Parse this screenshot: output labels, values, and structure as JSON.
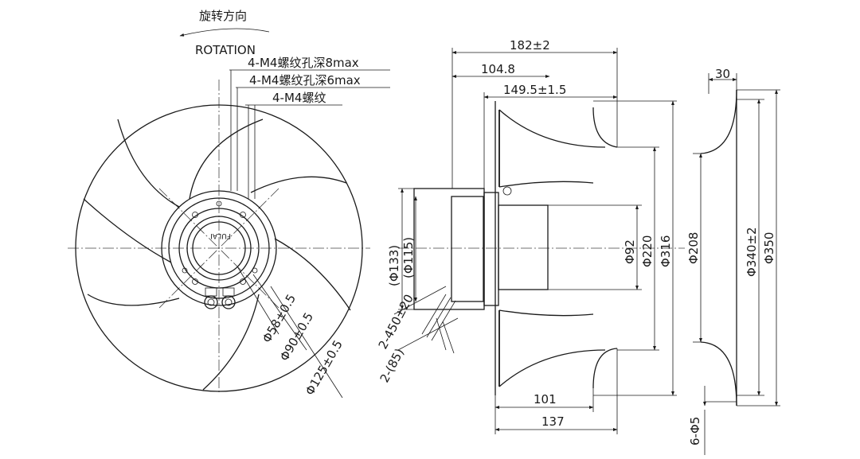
{
  "rotation": {
    "label_cn": "旋转方向",
    "label_en": "ROTATION"
  },
  "front_view": {
    "hole_notes": [
      "4-M4螺纹孔深8max",
      "4-M4螺纹孔深6max",
      "4-M4螺纹"
    ],
    "brand_mark": "FULAI",
    "diameters": [
      "Φ58±0.5",
      "Φ90±0.5",
      "Φ125±0.5"
    ],
    "cable_notes": [
      "2-450±20",
      "2-(85)"
    ]
  },
  "side_view": {
    "top_dims": [
      "182±2",
      "104.8",
      "149.5±1.5"
    ],
    "left_dims": [
      "(Φ133)",
      "(Φ115)"
    ],
    "right_dims": [
      "Φ92",
      "Φ220",
      "Φ316"
    ],
    "bottom_dims": [
      "101",
      "137"
    ]
  },
  "ring_view": {
    "width_dim": "30",
    "inner_dim": "Φ208",
    "diameters": [
      "Φ340±2",
      "Φ350"
    ],
    "hole_note": "6-Φ5"
  }
}
